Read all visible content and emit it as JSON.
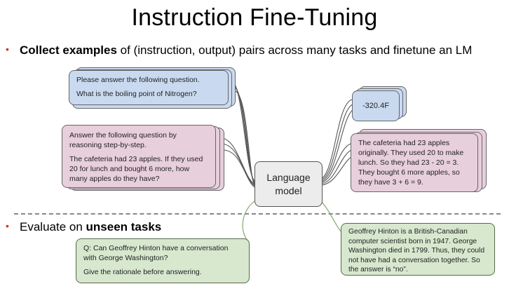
{
  "title": "Instruction Fine-Tuning",
  "bullet1": {
    "bold": "Collect examples",
    "rest": " of (instruction, output) pairs across many tasks and finetune an LM"
  },
  "bullet2": {
    "plain": "Evaluate on ",
    "bold": "unseen tasks"
  },
  "inputs": {
    "nitrogen": {
      "line1": "Please answer the following question.",
      "line2": "What is the boiling point of Nitrogen?"
    },
    "apples": {
      "line1": "Answer the following question by reasoning step-by-step.",
      "line2": "The cafeteria had 23 apples. If they used 20 for lunch and bought 6 more, how many apples do they have?"
    },
    "hinton": {
      "line1": "Q: Can Geoffrey Hinton have a conversation with George Washington?",
      "line2": "Give the rationale before answering."
    }
  },
  "outputs": {
    "nitrogen": "-320.4F",
    "apples": "The cafeteria had 23 apples originally. They used 20 to make lunch. So they had 23 - 20 = 3. They bought 6 more apples, so they have 3 + 6 = 9.",
    "hinton": "Geoffrey Hinton is a British-Canadian computer scientist born in 1947. George Washington died in 1799. Thus, they could not have had a conversation together. So the answer is “no”."
  },
  "model": {
    "line1": "Language",
    "line2": "model"
  },
  "colors": {
    "input_blue": "#c9daf0",
    "input_pink": "#e8cfdc",
    "eval_green": "#d7e8cf",
    "bullet_red": "#c0392b",
    "wire_gray": "#555555",
    "wire_green": "#8bb07a"
  }
}
